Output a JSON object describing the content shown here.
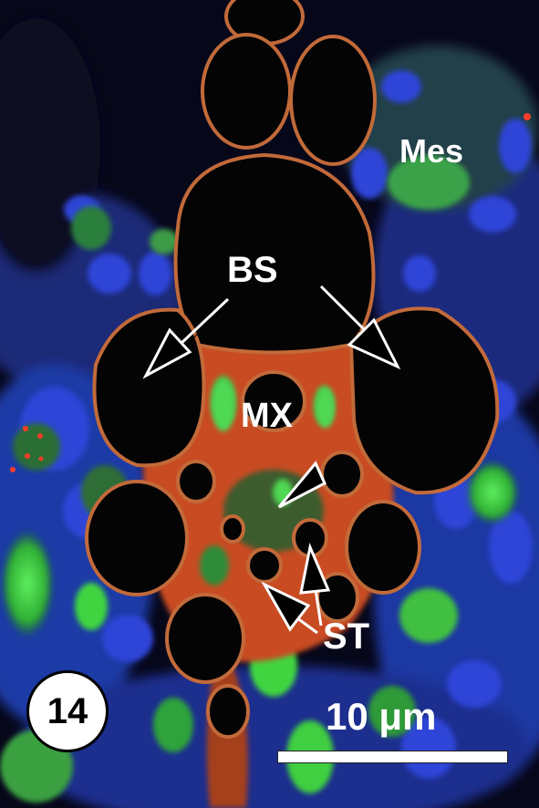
{
  "figure": {
    "panel_number": "14",
    "labels": {
      "mesophyll": "Mes",
      "bundle_sheath": "BS",
      "metaxylem": "MX",
      "sieve_tube": "ST"
    },
    "scale_bar": {
      "label": "10 μm"
    },
    "colors": {
      "cell_wall": "#e8622a",
      "chloroplast": "#3fd53f",
      "nucleus": "#2b39c9",
      "lumen": "#040405",
      "background": "#06060f"
    }
  }
}
